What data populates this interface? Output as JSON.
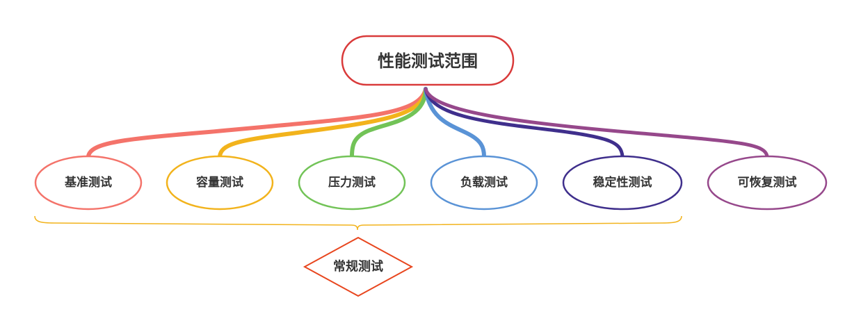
{
  "root": {
    "label": "性能测试范围",
    "color": "#d93a3a"
  },
  "children": [
    {
      "label": "基准测试",
      "color": "#f4736a"
    },
    {
      "label": "容量测试",
      "color": "#f2b31c"
    },
    {
      "label": "压力测试",
      "color": "#72c357"
    },
    {
      "label": "负载测试",
      "color": "#5a93d6"
    },
    {
      "label": "稳定性测试",
      "color": "#3f2f8c"
    },
    {
      "label": "可恢复测试",
      "color": "#96488b"
    }
  ],
  "summary": {
    "label": "常规测试",
    "brace_color": "#f2b31c",
    "border_color": "#e8461e"
  }
}
